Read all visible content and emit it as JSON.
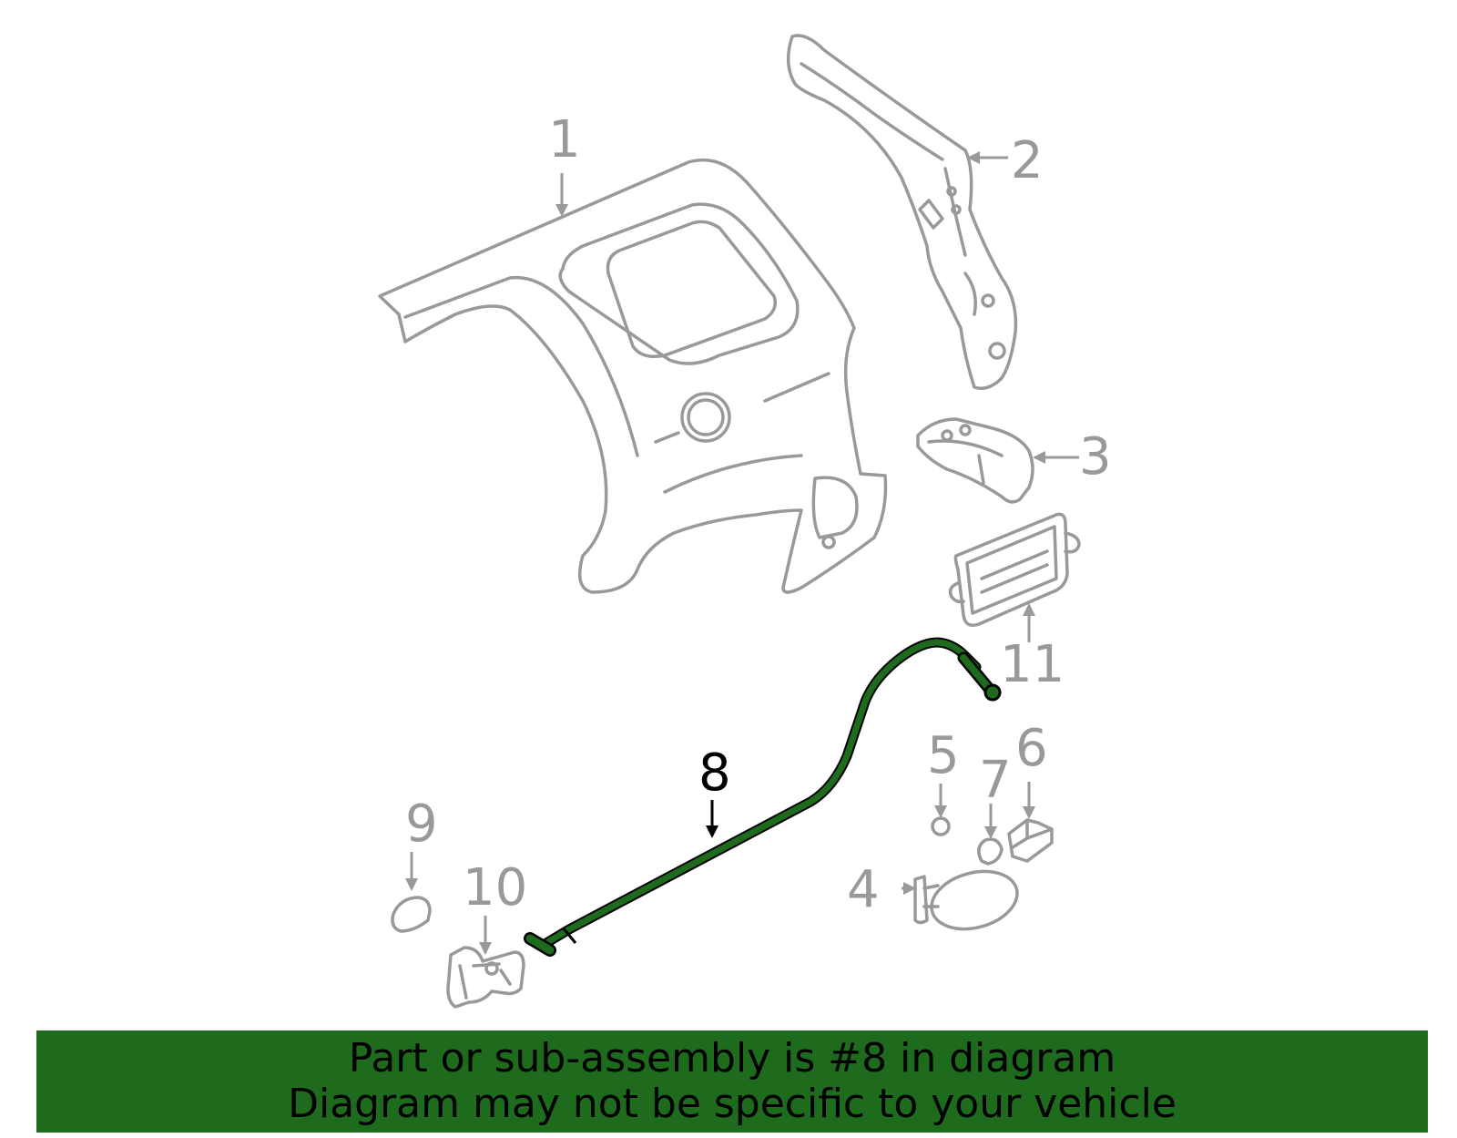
{
  "diagram": {
    "callouts": [
      {
        "id": "1",
        "label": "1"
      },
      {
        "id": "2",
        "label": "2"
      },
      {
        "id": "3",
        "label": "3"
      },
      {
        "id": "4",
        "label": "4"
      },
      {
        "id": "5",
        "label": "5"
      },
      {
        "id": "6",
        "label": "6"
      },
      {
        "id": "7",
        "label": "7"
      },
      {
        "id": "8",
        "label": "8"
      },
      {
        "id": "9",
        "label": "9"
      },
      {
        "id": "10",
        "label": "10"
      },
      {
        "id": "11",
        "label": "11"
      }
    ],
    "highlighted_part": "8",
    "colors": {
      "part_outline": "#999999",
      "highlight_part": "#1e6b1e",
      "highlight_callout": "#000000",
      "banner_background": "#1e6b1e"
    }
  },
  "banner": {
    "line1": "Part or sub-assembly is #8 in diagram",
    "line2": "Diagram may not be specific to your vehicle"
  }
}
